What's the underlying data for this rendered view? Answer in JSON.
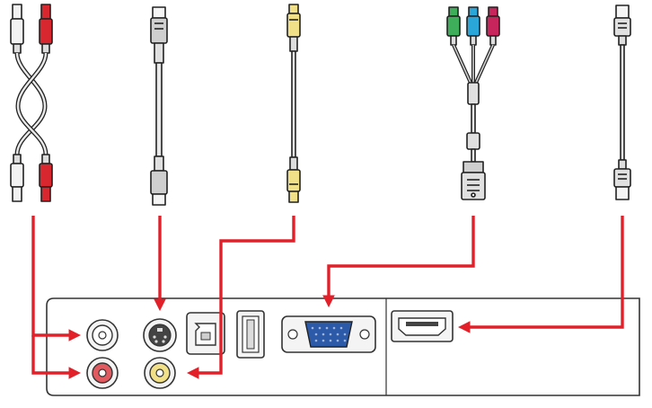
{
  "colors": {
    "arrow": "#e2202a",
    "cable_outline": "#222222",
    "cable_body": "#e9e9e9",
    "plug_light": "#f5f5f5",
    "plug_mid": "#cfcfcf",
    "rca_red": "#d8272f",
    "rca_white": "#f2f2f2",
    "rca_yellow": "#f2e089",
    "comp_green": "#3fae5a",
    "comp_blue": "#2aa6d8",
    "comp_red": "#c8255d",
    "vga_blue": "#2d5aa8",
    "panel_bg": "#ffffff",
    "panel_border": "#333333"
  },
  "cables": [
    {
      "name": "audio-rca-cable",
      "icon": "rca-stereo-audio-cable-icon"
    },
    {
      "name": "s-video-cable",
      "icon": "s-video-cable-icon"
    },
    {
      "name": "composite-video-cable",
      "icon": "composite-video-cable-icon"
    },
    {
      "name": "component-to-vga-cable",
      "icon": "component-to-vga-cable-icon"
    },
    {
      "name": "hdmi-cable",
      "icon": "hdmi-cable-icon"
    }
  ],
  "ports": [
    {
      "name": "audio-in-left-white-port",
      "icon": "rca-jack-white-icon"
    },
    {
      "name": "audio-in-right-red-port",
      "icon": "rca-jack-red-icon"
    },
    {
      "name": "s-video-port",
      "icon": "s-video-jack-icon"
    },
    {
      "name": "video-yellow-port",
      "icon": "rca-jack-yellow-icon"
    },
    {
      "name": "usb-b-port",
      "icon": "usb-b-port-icon"
    },
    {
      "name": "usb-a-port",
      "icon": "usb-a-port-icon"
    },
    {
      "name": "vga-computer-port",
      "icon": "vga-port-icon"
    },
    {
      "name": "hdmi-port",
      "icon": "hdmi-port-icon"
    }
  ]
}
